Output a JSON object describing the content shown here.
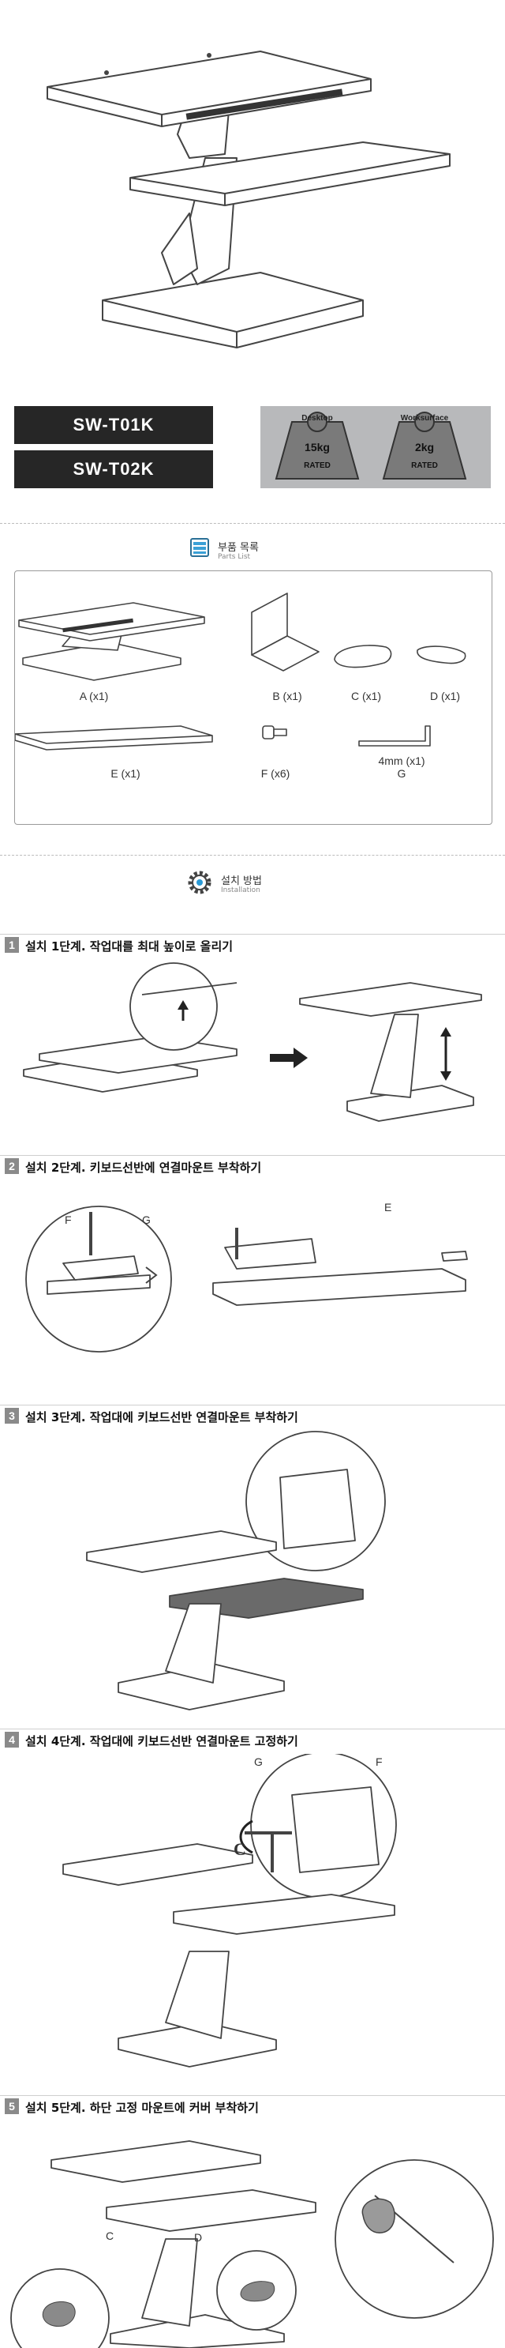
{
  "models": [
    "SW-T01K",
    "SW-T02K"
  ],
  "ratings": [
    {
      "name": "Desktop",
      "weight": "15kg",
      "rated": "RATED"
    },
    {
      "name": "Worksurface",
      "weight": "2kg",
      "rated": "RATED"
    }
  ],
  "parts_section": {
    "title": "부품 목록",
    "subtitle": "Parts List"
  },
  "parts": [
    {
      "label": "A (x1)"
    },
    {
      "label": "B (x1)"
    },
    {
      "label": "C (x1)"
    },
    {
      "label": "D (x1)"
    },
    {
      "label": "E (x1)"
    },
    {
      "label": "F (x6)"
    },
    {
      "label": "4mm (x1)",
      "sublabel": "G"
    }
  ],
  "install_section": {
    "title": "설치 방법",
    "subtitle": "Installation"
  },
  "steps": [
    {
      "num": "1",
      "text": "설치 1단계. 작업대를 최대 높이로 올리기"
    },
    {
      "num": "2",
      "text": "설치 2단계. 키보드선반에 연결마운트 부착하기"
    },
    {
      "num": "3",
      "text": "설치 3단계. 작업대에 키보드선반 연결마운트 부착하기"
    },
    {
      "num": "4",
      "text": "설치 4단계. 작업대에 키보드선반 연결마운트 고정하기"
    },
    {
      "num": "5",
      "text": "설치 5단계. 하단 고정 마운트에 커버 부착하기"
    }
  ],
  "callouts": {
    "step2": [
      "F",
      "G",
      "E"
    ],
    "step4": [
      "G",
      "F",
      "C"
    ],
    "step5": [
      "C",
      "D"
    ]
  },
  "colors": {
    "dark_box": "#262626",
    "rating_panel": "#b8b9bb",
    "badge": "#7a7a7a",
    "line": "#444444"
  }
}
